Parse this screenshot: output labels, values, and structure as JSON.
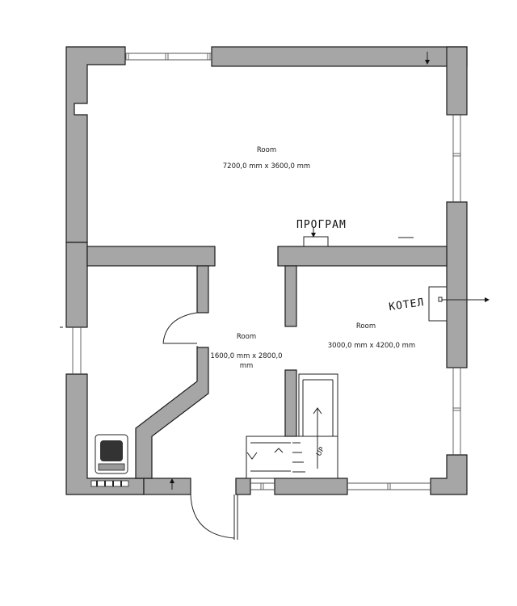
{
  "rooms": [
    {
      "name": "Room",
      "size": "7200,0 mm x 3600,0 mm"
    },
    {
      "name": "Room",
      "size_line1": "1600,0 mm x 2800,0",
      "size_line2": "mm"
    },
    {
      "name": "Room",
      "size": "3000,0 mm x 4200,0 mm"
    }
  ],
  "annotations": {
    "heater_note": "ПРОГРАМ",
    "boiler_note": "КОТЕЛ",
    "stair_note": "UP"
  },
  "colors": {
    "wall_fill": "#a6a6a6",
    "wall_stroke": "#1a1a1a",
    "background": "#ffffff"
  }
}
